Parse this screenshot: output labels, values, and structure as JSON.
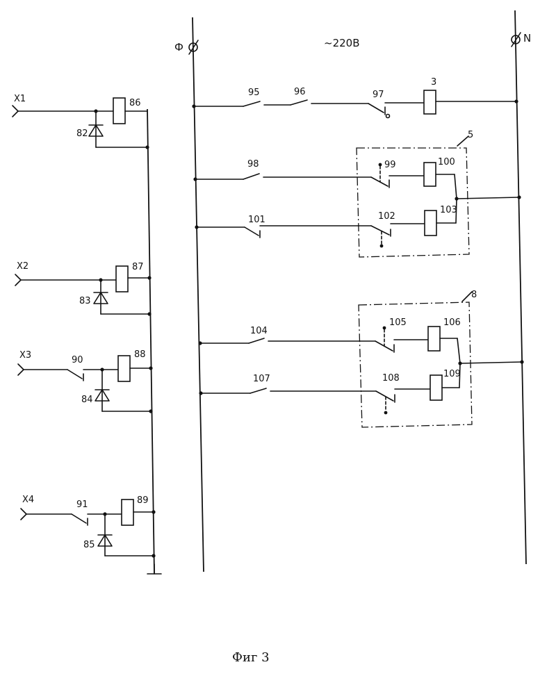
{
  "labels": {
    "phase": "Ф",
    "neutral": "N",
    "voltage": "~220В",
    "x1": "X1",
    "x2": "X2",
    "x3": "X3",
    "x4": "X4",
    "c3": "3",
    "c5": "5",
    "c8": "8",
    "c82": "82",
    "c83": "83",
    "c84": "84",
    "c85": "85",
    "c86": "86",
    "c87": "87",
    "c88": "88",
    "c89": "89",
    "c90": "90",
    "c91": "91",
    "c95": "95",
    "c96": "96",
    "c97": "97",
    "c98": "98",
    "c99": "99",
    "c100": "100",
    "c101": "101",
    "c102": "102",
    "c103": "103",
    "c104": "104",
    "c105": "105",
    "c106": "106",
    "c107": "107",
    "c108": "108",
    "c109": "109"
  },
  "caption": "Фиг 3"
}
